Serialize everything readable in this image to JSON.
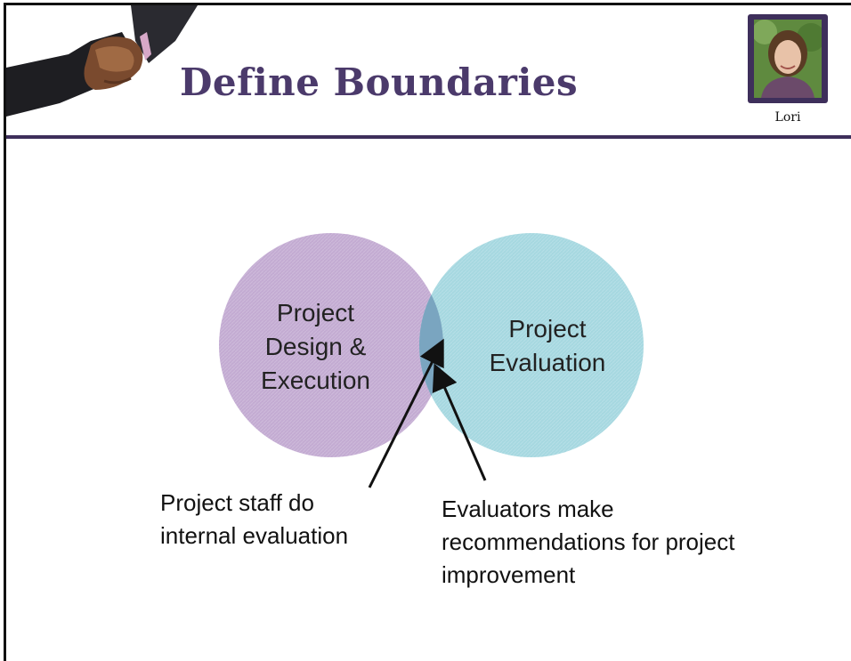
{
  "slide": {
    "title": "Define Boundaries",
    "presenter": "Lori"
  },
  "diagram": {
    "left_circle_lines": [
      "Project",
      "Design &",
      "Execution"
    ],
    "right_circle_lines": [
      "Project",
      "Evaluation"
    ],
    "left_callout_lines": [
      "Project staff do",
      "internal evaluation"
    ],
    "right_callout_lines": [
      "Evaluators make",
      "recommendations for project",
      "improvement"
    ],
    "colors": {
      "left_circle": "#c3abd2",
      "right_circle": "#a6d8e0",
      "overlap": "#7aa5c0",
      "title": "#4b3a6b",
      "rule": "#3e2f5b"
    }
  }
}
